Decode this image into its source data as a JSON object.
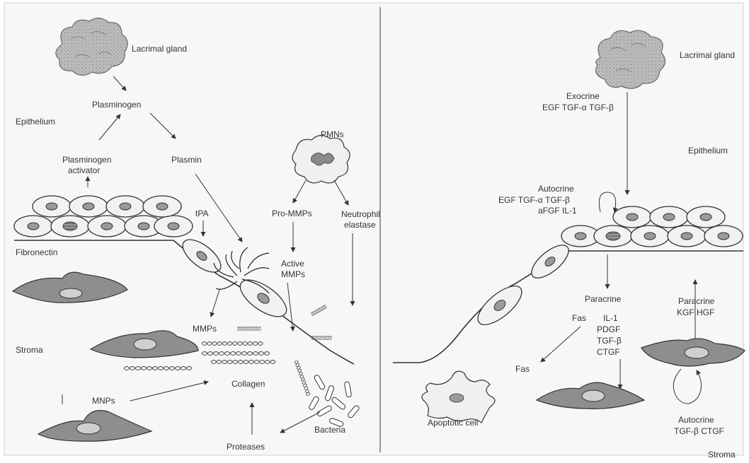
{
  "left_panel": {
    "lacrimal_gland": "Lacrimal gland",
    "plasminogen": "Plasminogen",
    "epithelium": "Epithelium",
    "plasminogen_activator_1": "Plasminogen",
    "plasminogen_activator_2": "activator",
    "plasmin": "Plasmin",
    "pmns": "PMNs",
    "tpa": "tPA",
    "fibronectin": "Fibronectin",
    "pro_mmps": "Pro-MMPs",
    "neutrophil_elastase_1": "Neutrophil",
    "neutrophil_elastase_2": "elastase",
    "active_mmps_1": "Active",
    "active_mmps_2": "MMPs",
    "mmps": "MMPs",
    "stroma": "Stroma",
    "collagen": "Collagen",
    "mnps": "MNPs",
    "bacteria": "Bacteria",
    "proteases": "Proteases"
  },
  "right_panel": {
    "lacrimal_gland": "Lacrimal gland",
    "exocrine": "Exocrine",
    "exocrine_factors": "EGF TGF-α TGF-β",
    "epithelium": "Epithelium",
    "autocrine_top": "Autocrine",
    "autocrine_top_factors_1": "EGF TGF-α TGF-β",
    "autocrine_top_factors_2": "aFGF IL-1",
    "paracrine_left": "Paracrine",
    "paracrine_left_factors": [
      "IL-1",
      "PDGF",
      "TGF-β",
      "CTGF"
    ],
    "paracrine_right": "Paracrine",
    "paracrine_right_factors": "KGF HGF",
    "fas_top": "Fas",
    "fas_bottom": "Fas",
    "apoptotic_cell": "Apoptotic cell",
    "autocrine_bottom": "Autocrine",
    "autocrine_bottom_factors": "TGF-β CTGF",
    "stroma": "Stroma"
  }
}
